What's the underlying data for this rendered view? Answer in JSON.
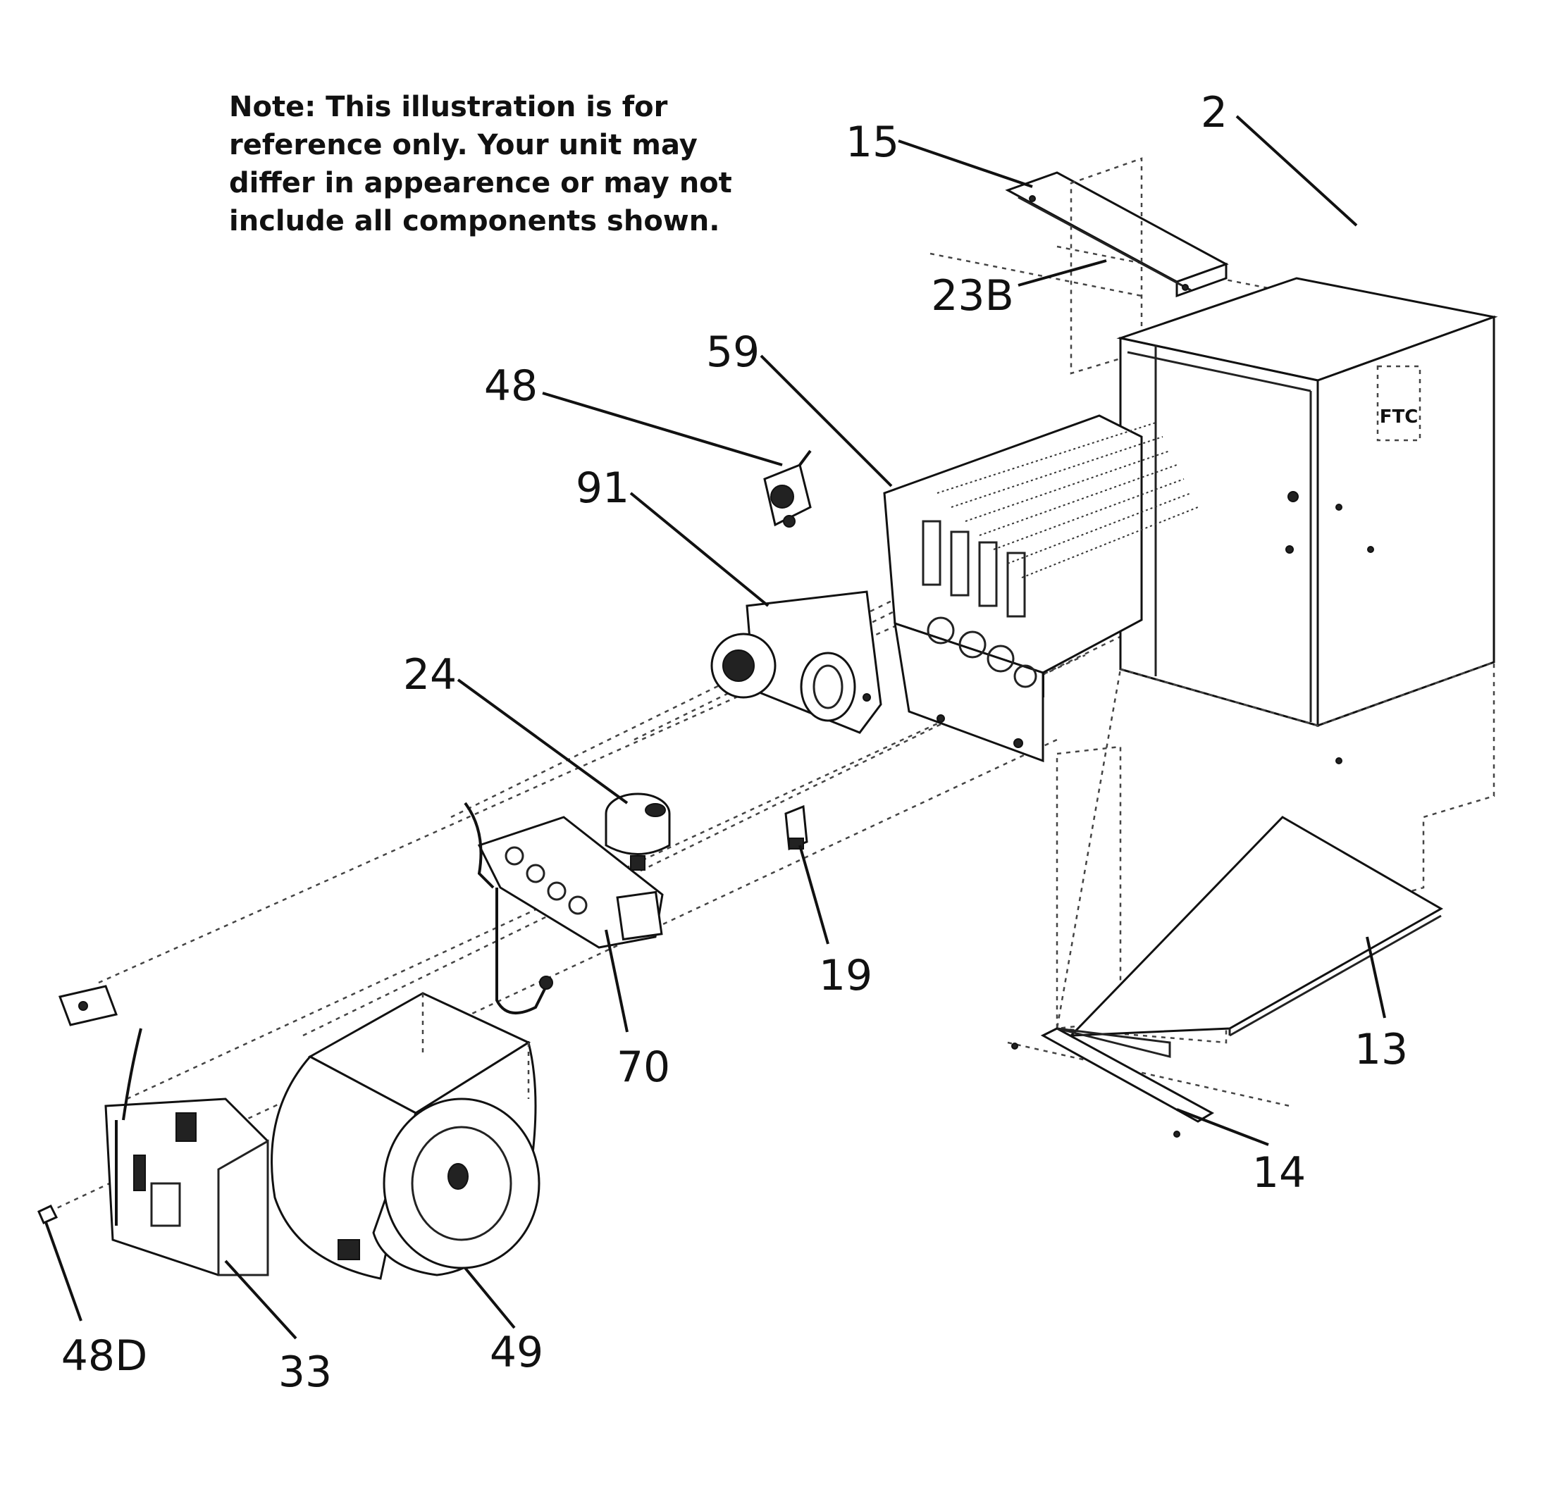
{
  "note": "Note: This illustration is for reference only. Your unit may differ in appearence or may not include all components shown.",
  "callouts": {
    "c2": "2",
    "c13": "13",
    "c14": "14",
    "c15": "15",
    "c19": "19",
    "c23B": "23B",
    "c24": "24",
    "c33": "33",
    "c48": "48",
    "c48D": "48D",
    "c49": "49",
    "c59": "59",
    "c70": "70",
    "c91": "91"
  },
  "panel_marking": "FTC"
}
